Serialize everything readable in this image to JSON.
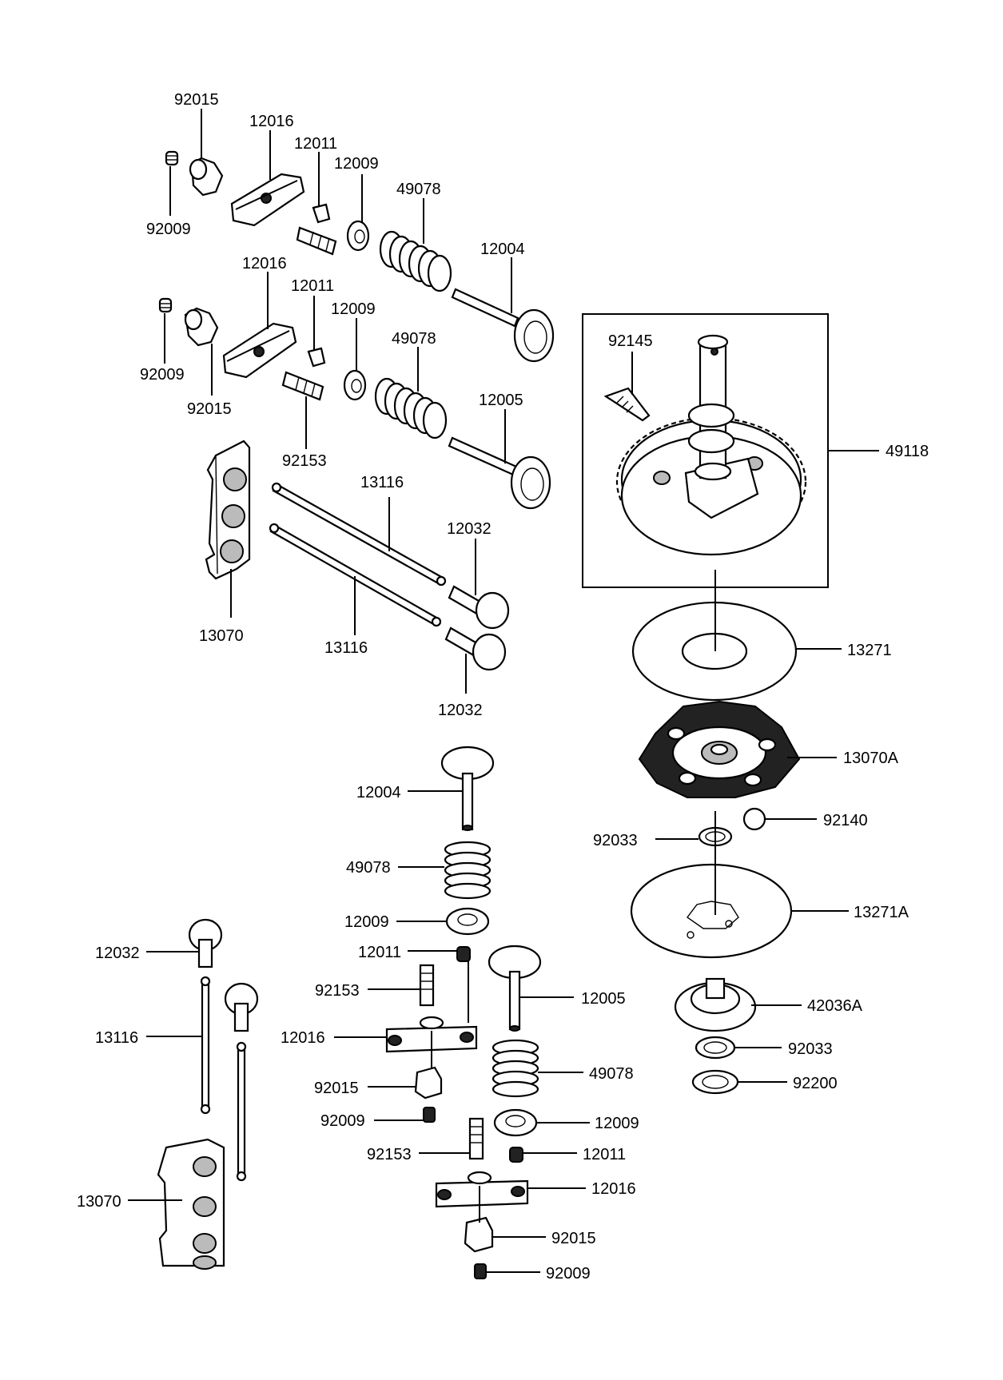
{
  "labels": {
    "l_92015_a": "92015",
    "l_12016_a": "12016",
    "l_12011_a": "12011",
    "l_12009_a": "12009",
    "l_49078_a": "49078",
    "l_12004_a": "12004",
    "l_92009_a": "92009",
    "l_12016_b": "12016",
    "l_12011_b": "12011",
    "l_12009_b": "12009",
    "l_49078_b": "49078",
    "l_12005_a": "12005",
    "l_92009_b": "92009",
    "l_92015_b": "92015",
    "l_92153_a": "92153",
    "l_13116_a": "13116",
    "l_12032_a": "12032",
    "l_13070_a": "13070",
    "l_13116_b": "13116",
    "l_12032_b": "12032",
    "l_92145": "92145",
    "l_49118": "49118",
    "l_13271": "13271",
    "l_13070A": "13070A",
    "l_92140": "92140",
    "l_92033_a": "92033",
    "l_13271A": "13271A",
    "l_42036A": "42036A",
    "l_92033_b": "92033",
    "l_92200": "92200",
    "l_12004_b": "12004",
    "l_49078_c": "49078",
    "l_12009_c": "12009",
    "l_12011_c": "12011",
    "l_92153_b": "92153",
    "l_12016_c": "12016",
    "l_92015_c": "92015",
    "l_92009_c": "92009",
    "l_12005_b": "12005",
    "l_49078_d": "49078",
    "l_12009_d": "12009",
    "l_92153_c": "92153",
    "l_12011_d": "12011",
    "l_12016_d": "12016",
    "l_92015_d": "92015",
    "l_92009_d": "92009",
    "l_12032_c": "12032",
    "l_13116_c": "13116",
    "l_13070_b": "13070"
  }
}
